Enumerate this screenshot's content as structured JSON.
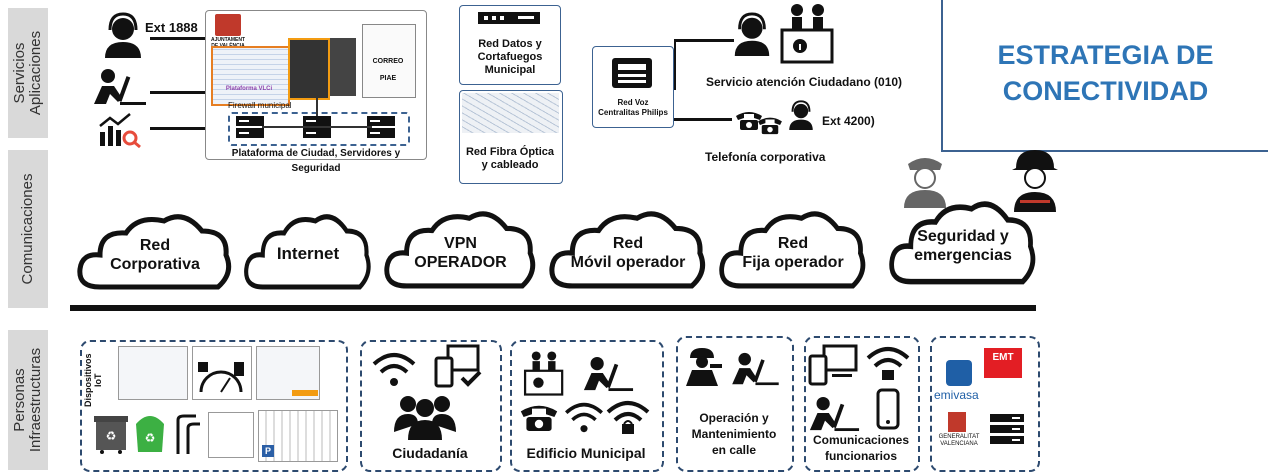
{
  "title": {
    "line1": "ESTRATEGIA DE",
    "line2": "CONECTIVIDAD"
  },
  "layers": {
    "services": {
      "line1": "Servicios",
      "line2": "Aplicaciones"
    },
    "communications": "Comunicaciones",
    "people": {
      "line1": "Personas",
      "line2": "Infraestructuras"
    }
  },
  "services": {
    "ext1888": "Ext 1888",
    "ayuntamiento": "AJUNTAMENT DE VALÈNCIA",
    "platform_vlci": "Plataforma VLCi",
    "firewall": "Firewall municipal",
    "correo": "CORREO",
    "piae": "PIAE",
    "plataforma_ciudad": "Plataforma de Ciudad, Servidores y  Seguridad",
    "red_datos": {
      "line1": "Red Datos y",
      "line2": "Cortafuegos",
      "line3": "Municipal"
    },
    "red_fibra": {
      "line1": "Red Fibra Óptica",
      "line2": "y cableado"
    },
    "red_voz": {
      "line1": "Red Voz",
      "line2": "Centralitas Philips"
    },
    "servicio_atencion": "Servicio atención Ciudadano (010)",
    "ext4200": "Ext 4200)",
    "telefonia": "Telefonía corporativa"
  },
  "clouds": [
    {
      "line1": "Red",
      "line2": "Corporativa"
    },
    {
      "line1": "Internet",
      "line2": ""
    },
    {
      "line1": "VPN",
      "line2": "OPERADOR"
    },
    {
      "line1": "Red",
      "line2": "Móvil operador"
    },
    {
      "line1": "Red",
      "line2": "Fija operador"
    },
    {
      "line1": "Seguridad y",
      "line2": "emergencias"
    }
  ],
  "infra": {
    "dispositivos": "Dispositivos IoT",
    "ciudadania": "Ciudadanía",
    "edificio": "Edificio Municipal",
    "operacion": {
      "line1": "Operación y",
      "line2": "Mantenimiento",
      "line3": "en calle"
    },
    "comunicaciones": {
      "line1": "Comunicaciones",
      "line2": "funcionarios"
    },
    "emt": "EMT",
    "emivasa": "emivasa",
    "generalitat": "GENERALITAT VALENCIANA"
  },
  "colors": {
    "title": "#2e75b6",
    "border": "#3c6291",
    "emt": "#e31e24",
    "emivasa": "#1f5fa6"
  }
}
